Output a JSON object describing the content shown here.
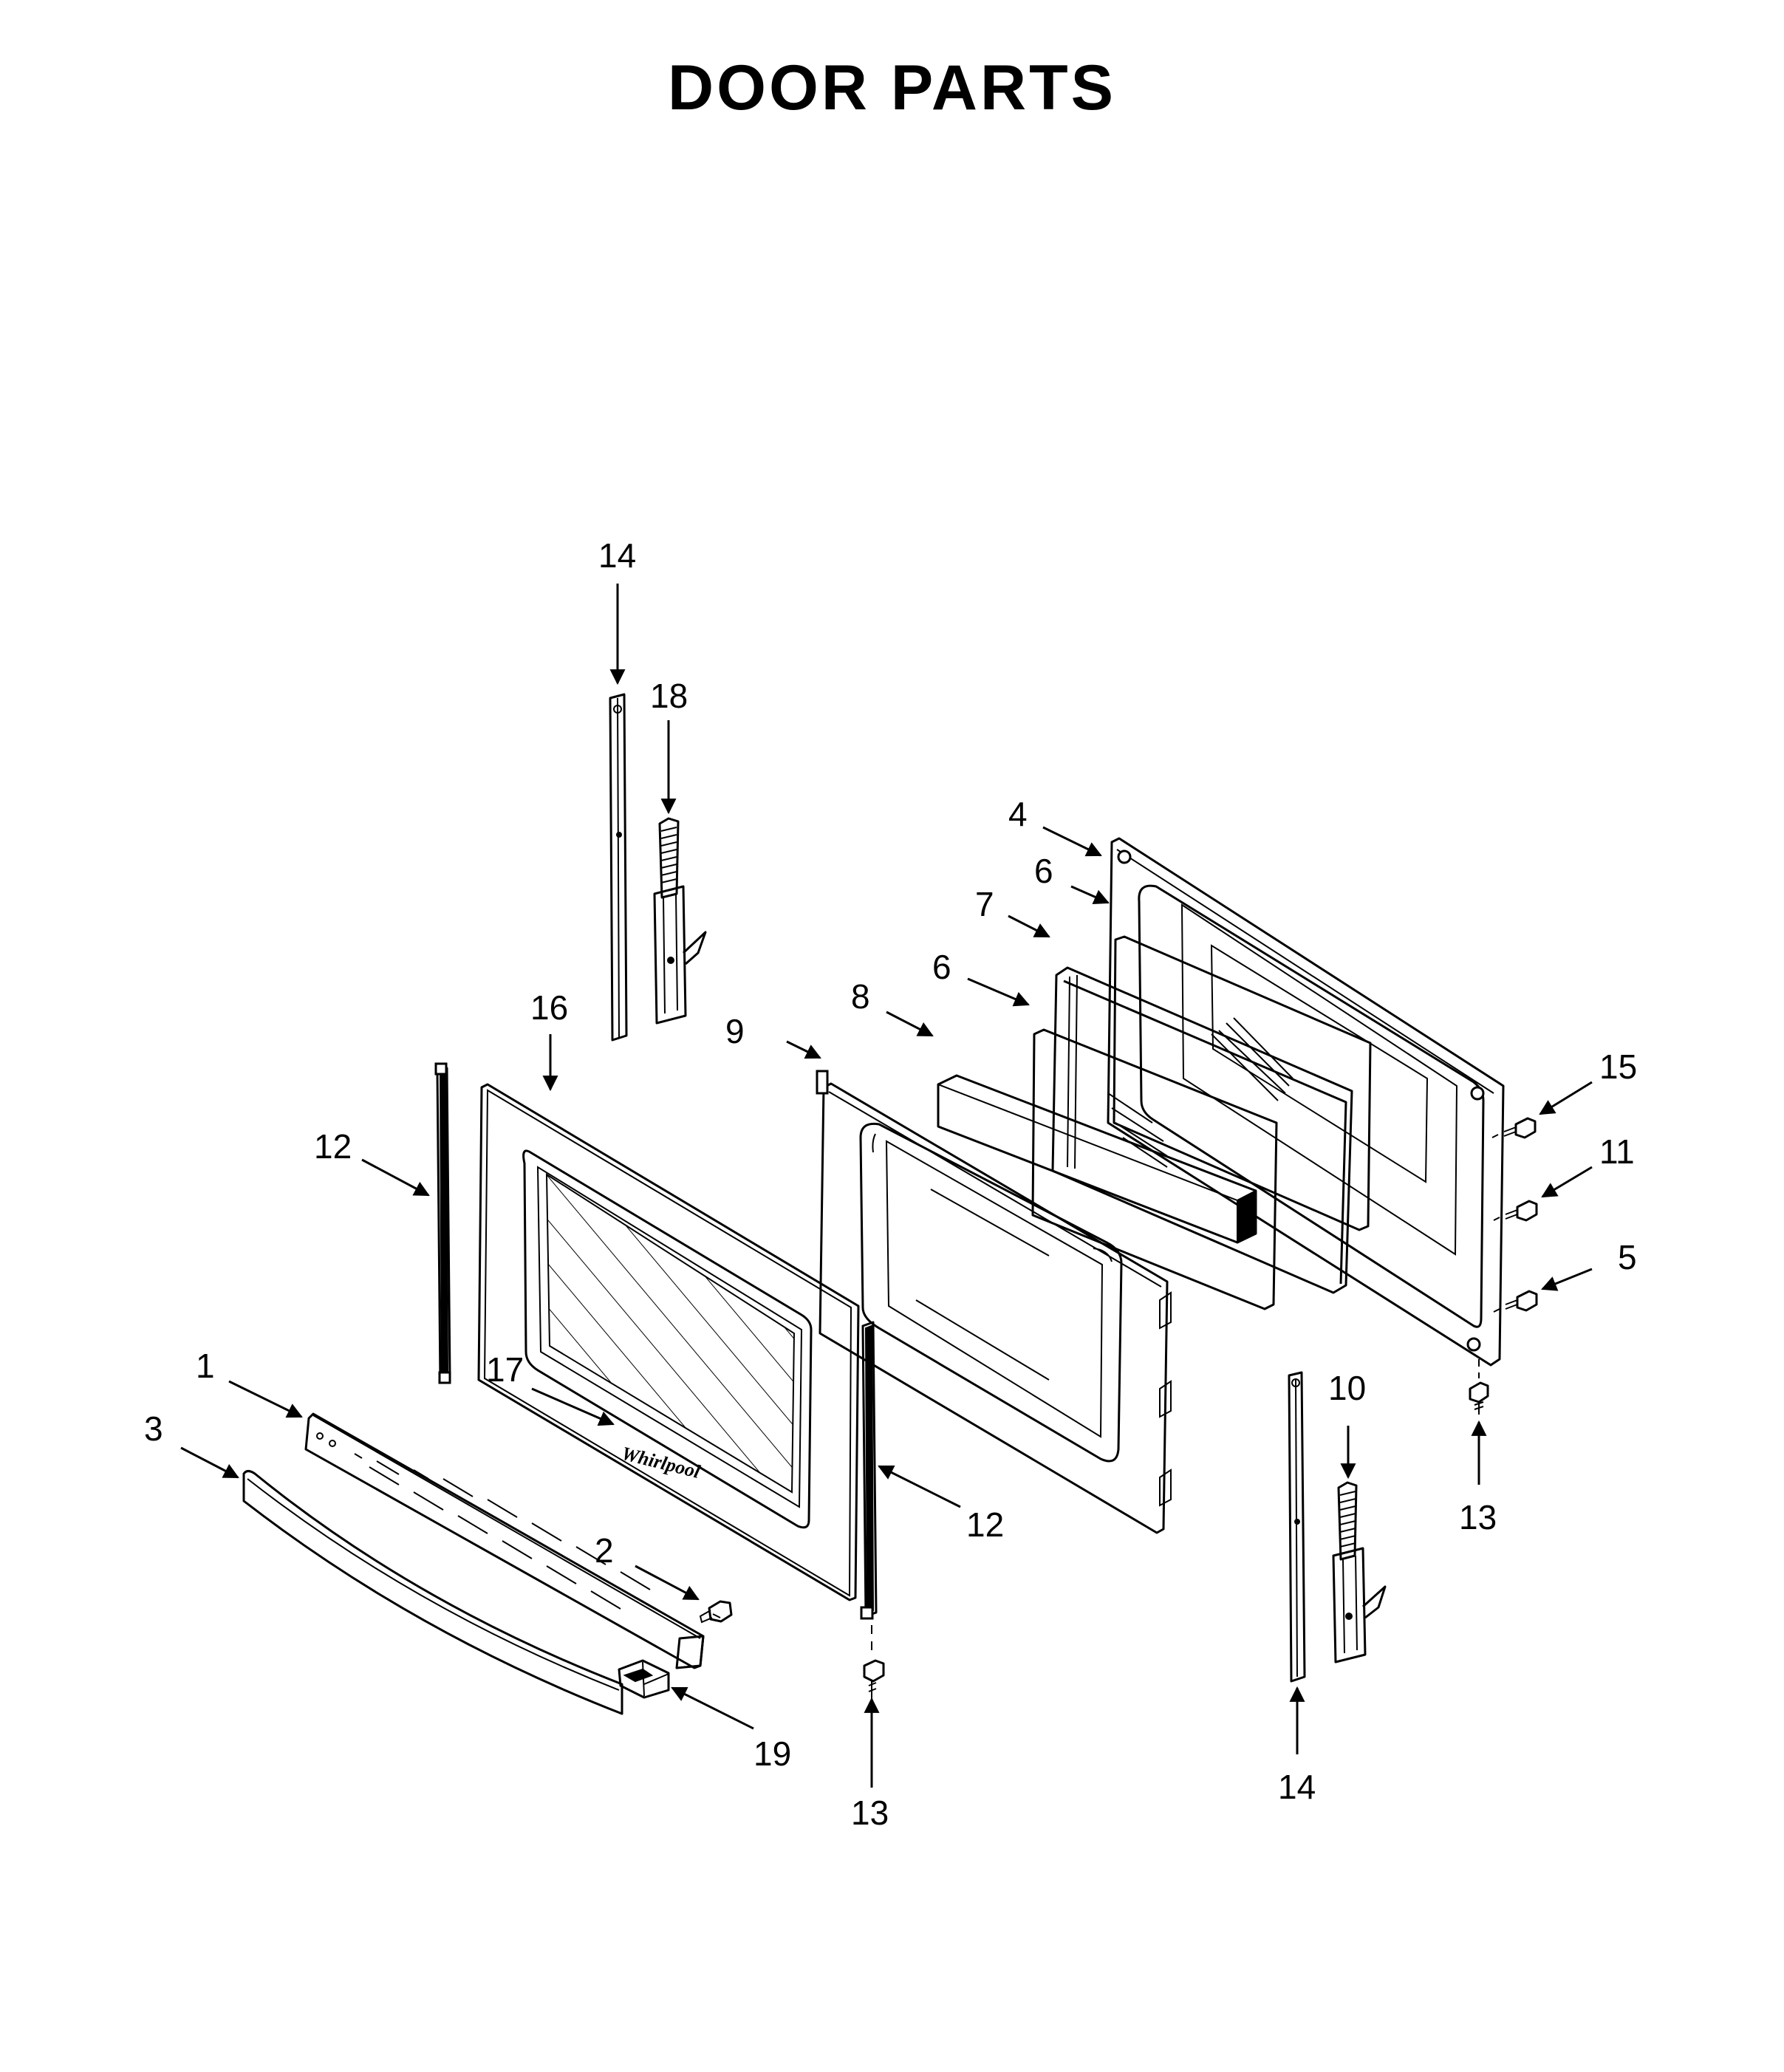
{
  "title": "DOOR PARTS",
  "callouts": {
    "c1": "1",
    "c2": "2",
    "c3": "3",
    "c4": "4",
    "c5": "5",
    "c6a": "6",
    "c6b": "6",
    "c7": "7",
    "c8": "8",
    "c9": "9",
    "c10": "10",
    "c11": "11",
    "c12a": "12",
    "c12b": "12",
    "c13a": "13",
    "c13b": "13",
    "c14a": "14",
    "c14b": "14",
    "c15": "15",
    "c16": "16",
    "c17": "17",
    "c18": "18",
    "c19": "19"
  }
}
